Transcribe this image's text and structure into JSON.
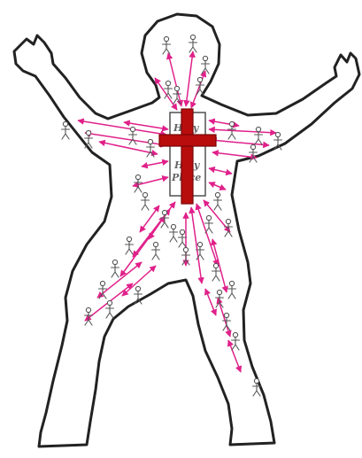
{
  "illustration": {
    "colors": {
      "outline": "#222222",
      "arrows": "#e0208a",
      "cross": "#b80d0d",
      "cross_edge": "#7a0606",
      "figures": "#555555",
      "background": "#ffffff"
    },
    "sanctuary": {
      "upper_label": "Holy",
      "lower_label_line1": "Holy",
      "lower_label_line2": "Place"
    },
    "icons": [
      "body-outline",
      "cross-icon",
      "stick-figure-icon",
      "arrow-icon"
    ]
  }
}
